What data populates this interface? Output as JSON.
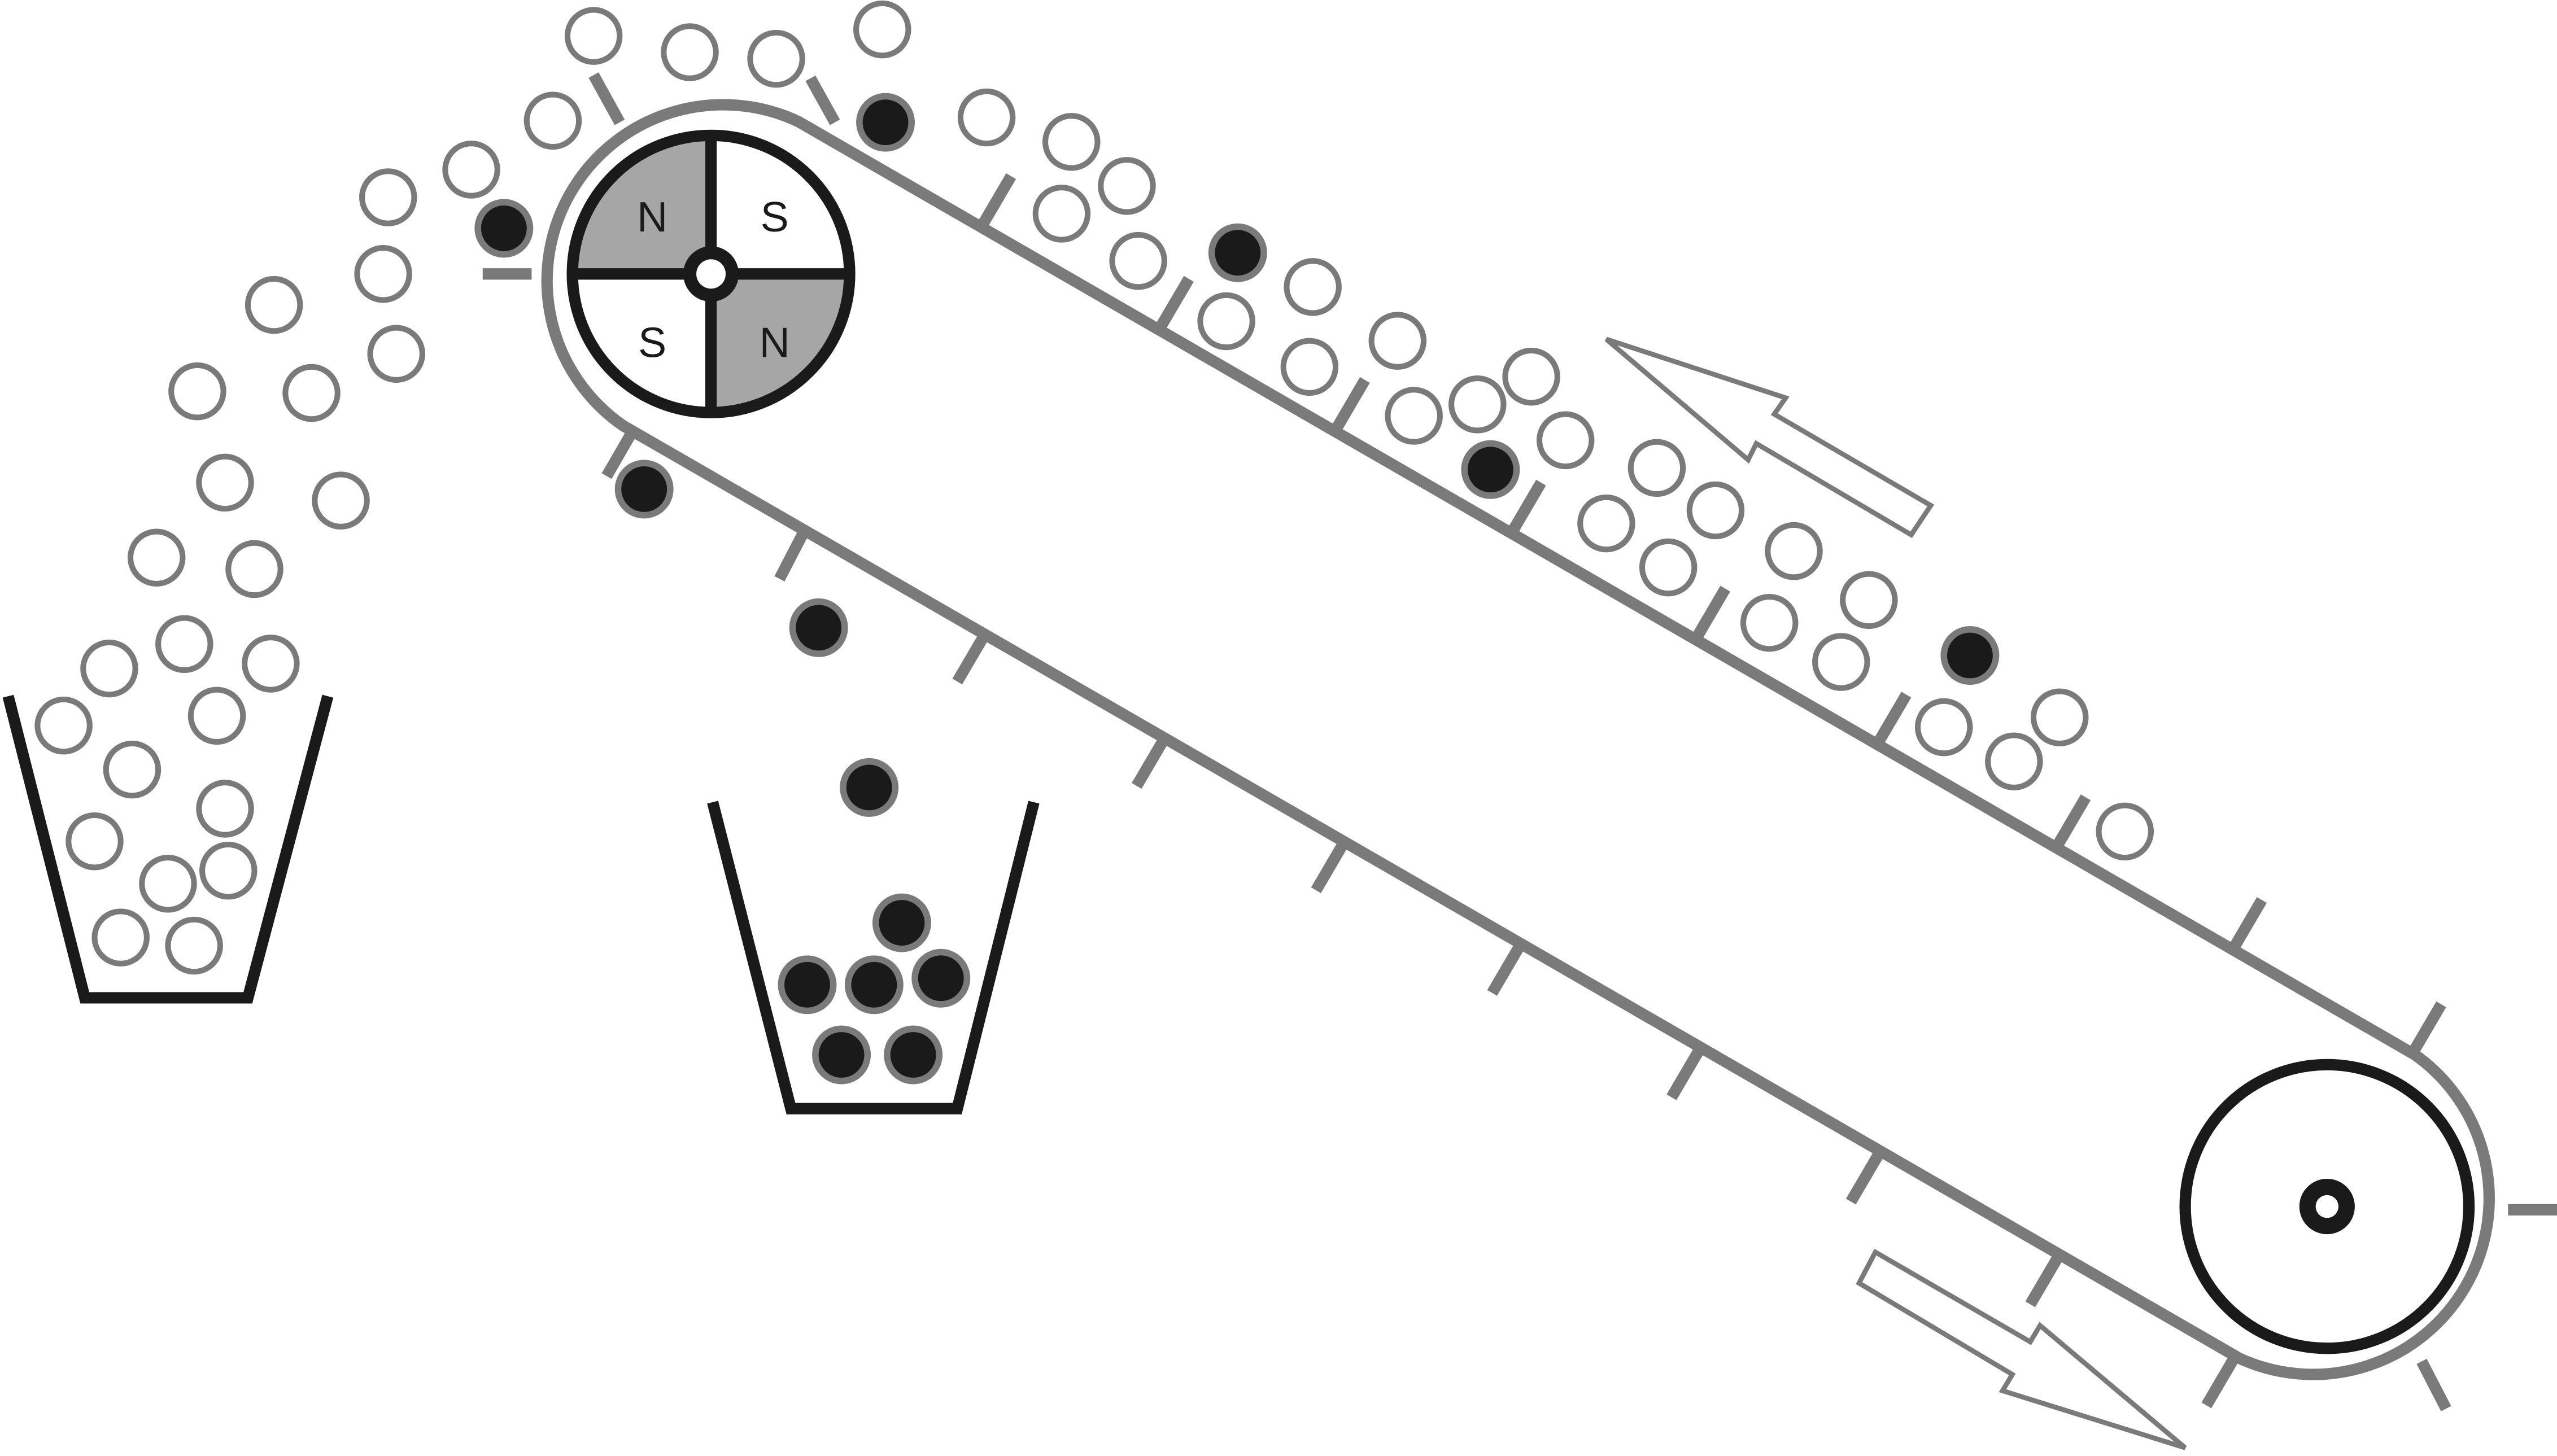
{
  "magnet": {
    "poles": {
      "top_left": "N",
      "top_right": "S",
      "bottom_left": "S",
      "bottom_right": "N"
    }
  },
  "colors": {
    "belt": "#7a7a7a",
    "outline": "#1a1a1a",
    "magnetic_ball": "#1a1a1a",
    "nonmagnetic_ball": "#ffffff",
    "pole_fill": "#a6a6a6"
  }
}
